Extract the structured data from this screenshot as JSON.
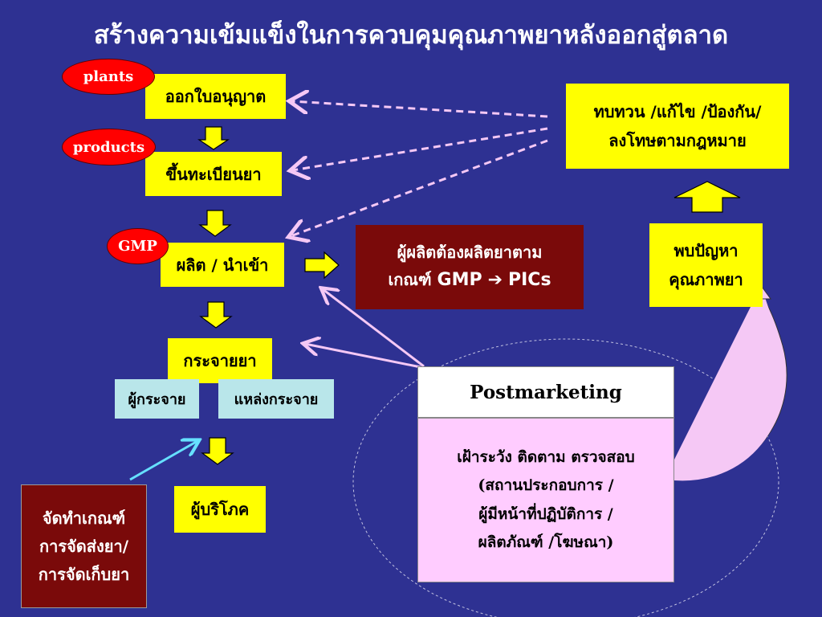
{
  "title": "สร้างความเข้มแข็งในการควบคุมคุณภาพยาหลังออกสู่ตลาด",
  "flow": {
    "license": "ออกใบอนุญาต",
    "register": "ขึ้นทะเบียนยา",
    "produce": "ผลิต / นำเข้า",
    "distribute": "กระจายยา",
    "distributor": "ผู้กระจาย",
    "source": "แหล่งกระจาย",
    "consumer": "ผู้บริโภค"
  },
  "tags": {
    "plants": "plants",
    "products": "products",
    "gmp": "GMP"
  },
  "enforce": {
    "line1": "ทบทวน /แก้ไข /ป้องกัน/",
    "line2": "ลงโทษตามกฎหมาย"
  },
  "problem": {
    "line1": "พบปัญหา",
    "line2": "คุณภาพยา"
  },
  "gmp_box": {
    "line1": "ผู้ผลิตต้องผลิตยาตาม",
    "line2_prefix": "เกณฑ์",
    "line2_bold": "GMP",
    "line2_arrow": "➔",
    "line2_end": "PICs"
  },
  "guideline": {
    "line1": "จัดทำเกณฑ์",
    "line2": "การจัดส่งยา/",
    "line3": "การจัดเก็บยา"
  },
  "postmarketing": {
    "header": "Postmarketing",
    "line1": "เฝ้าระวัง ติดตาม ตรวจสอบ",
    "line2": "(สถานประกอบการ /",
    "line3": "ผู้มีหน้าที่ปฏิบัติการ /",
    "line4": "ผลิตภัณฑ์ /โฆษณา)"
  },
  "colors": {
    "background": "#2E3192",
    "box_yellow": "#FFFF00",
    "box_red": "#7A0A0A",
    "box_pink": "#FFCCFF",
    "box_lightblue": "#B9E6EA",
    "tag_red": "#FF0000",
    "arrow_pink": "#F5C8F5",
    "arrow_cyan": "#66E0FF"
  }
}
